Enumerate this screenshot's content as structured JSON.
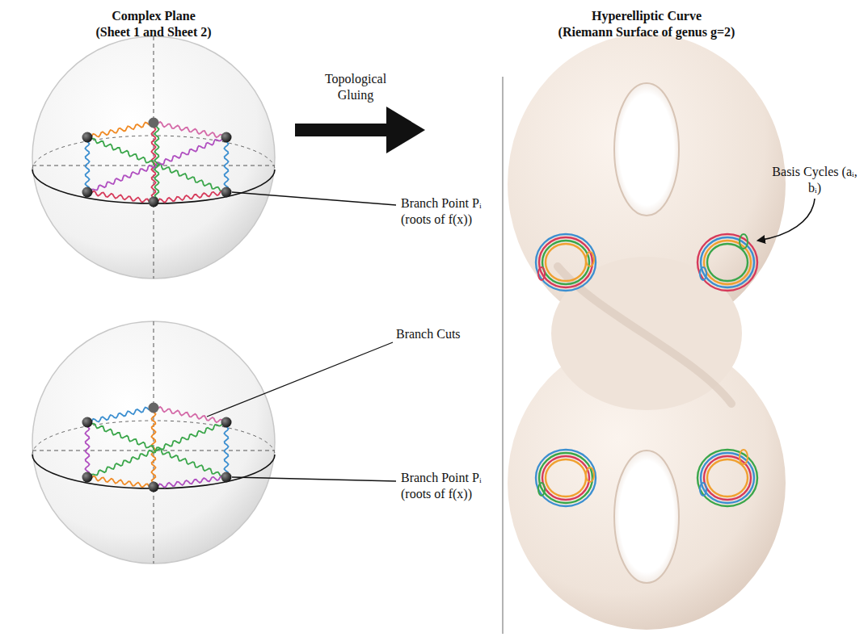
{
  "diagram": {
    "labels": [
      "Complex Plane",
      "(Sheet 1 and Sheet 2)",
      "Topological Gluing",
      "Hyperelliptic Curve",
      "(Riemann Surface of genus g=2)",
      "Branch Point Pᵢ (roots of f(x))",
      "Branch Cuts",
      "Branch Point Pᵢ (roots of f(x))",
      "Basis Cycles (aᵢ, bᵢ)"
    ]
  }
}
